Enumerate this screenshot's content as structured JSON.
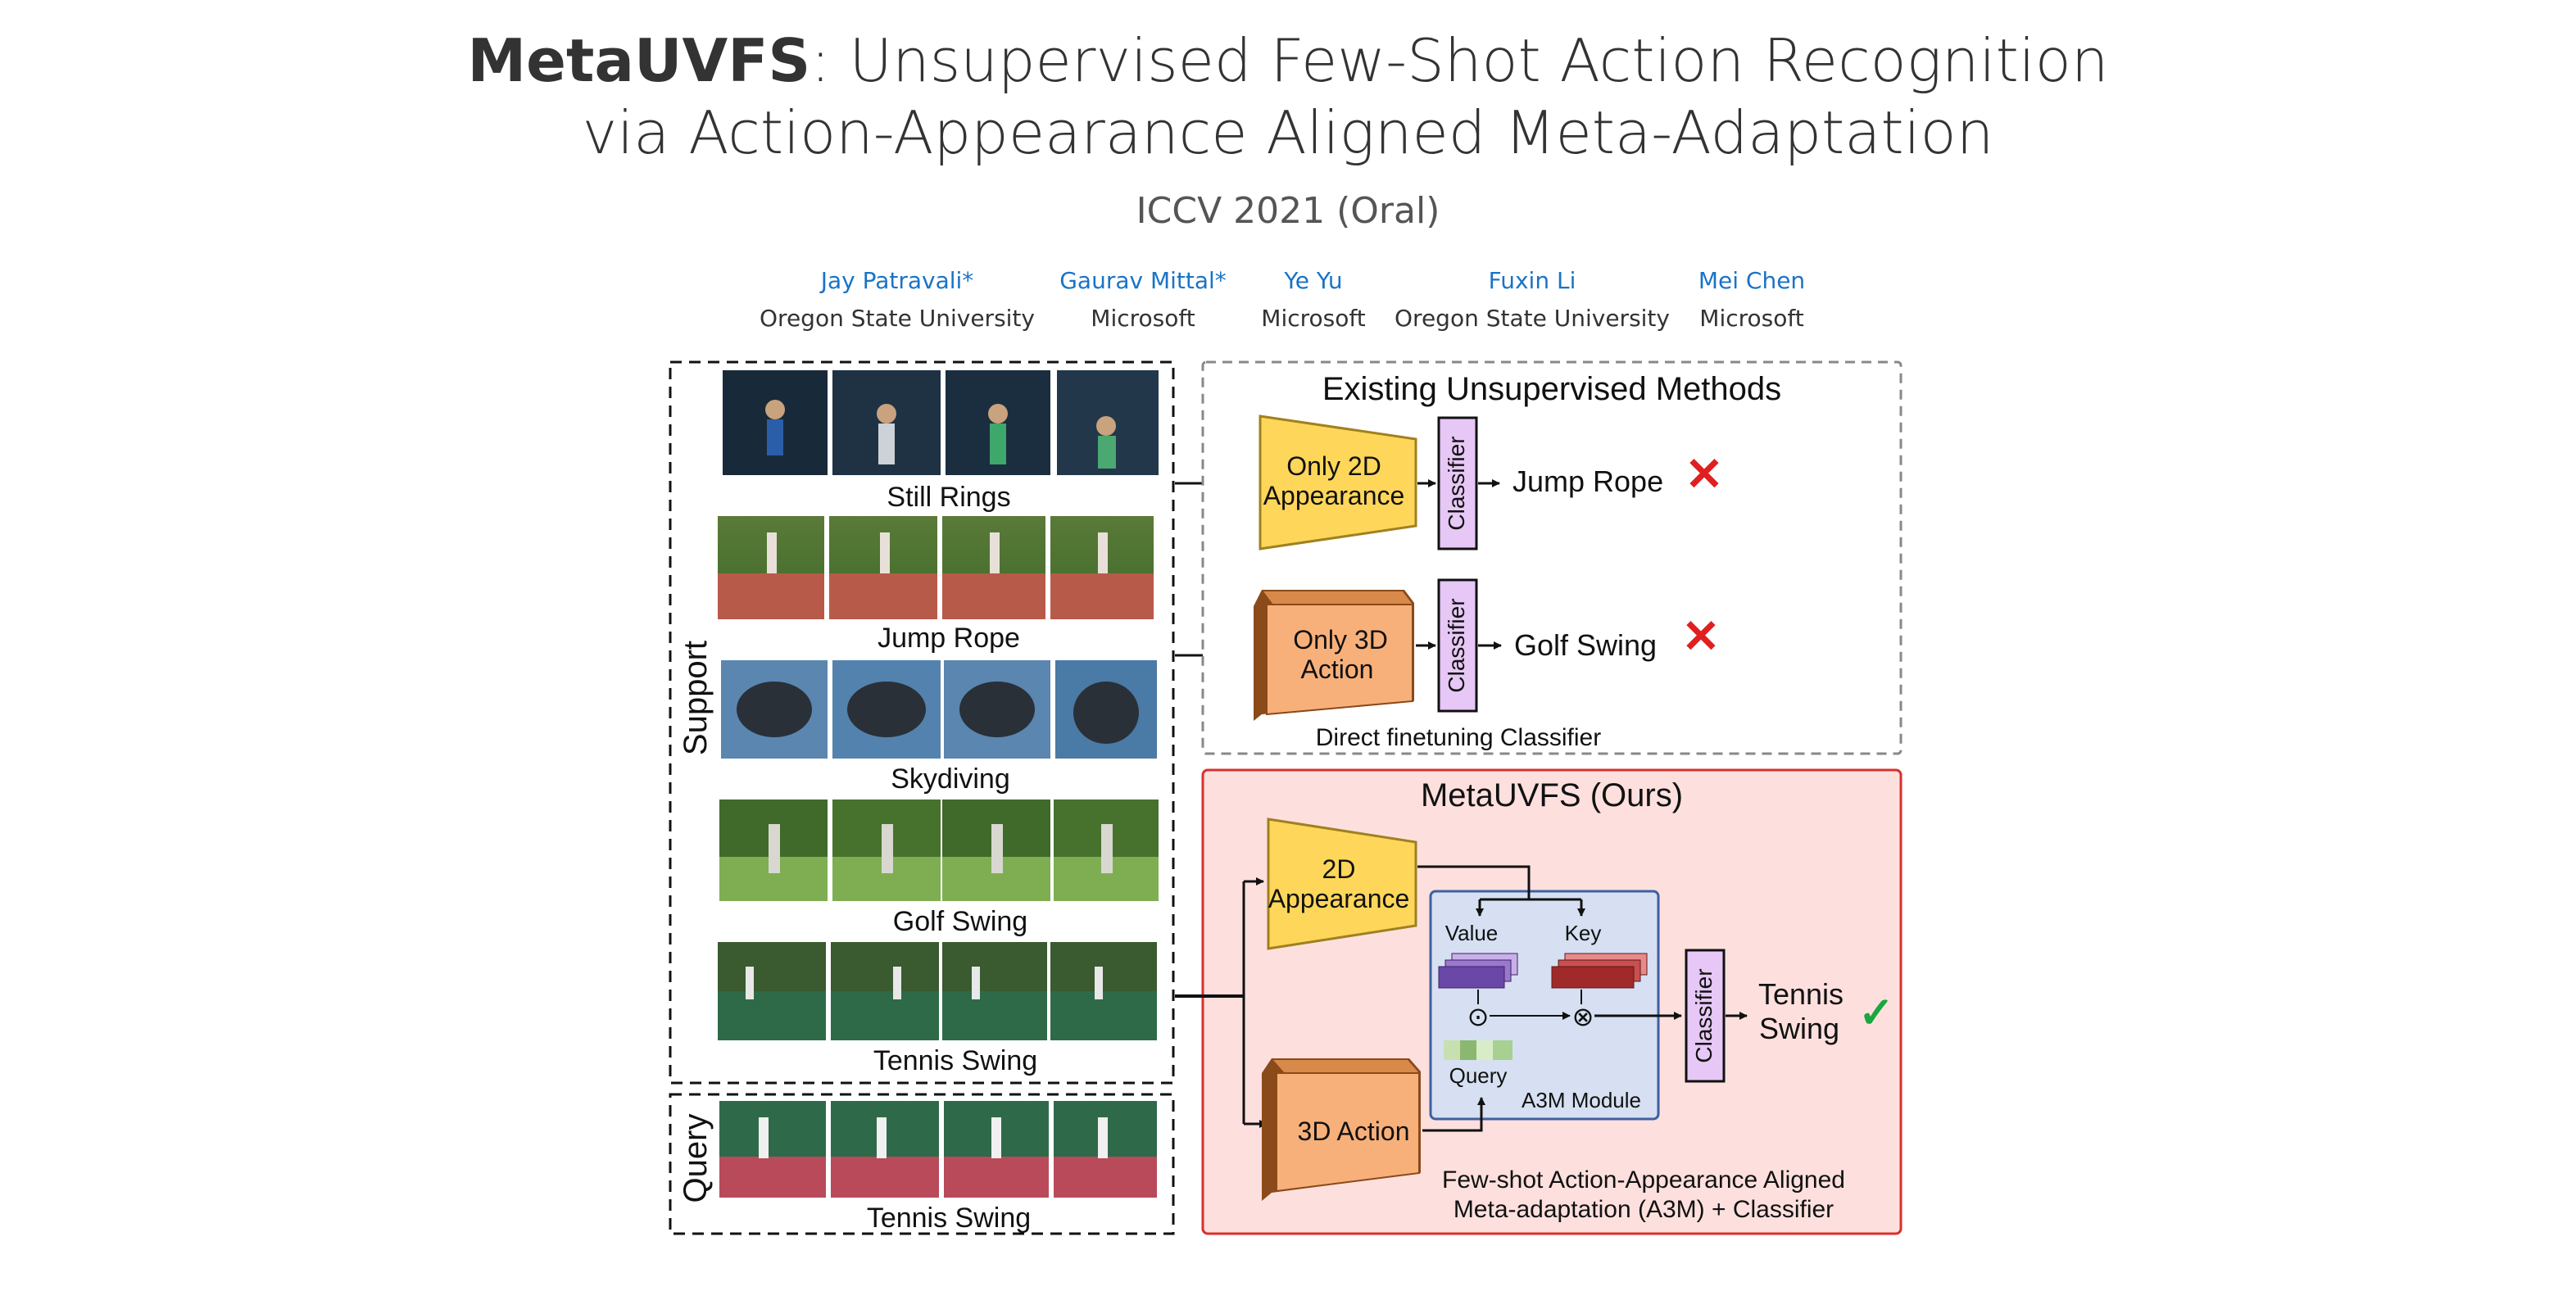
{
  "header": {
    "title_bold": "MetaUVFS",
    "title_rest": ": Unsupervised Few-Shot Action Recognition",
    "title_line2": "via Action-Appearance Aligned Meta-Adaptation",
    "venue": "ICCV 2021 (Oral)"
  },
  "authors": [
    {
      "name": "Jay Patravali*",
      "affiliation": "Oregon State University"
    },
    {
      "name": "Gaurav Mittal*",
      "affiliation": "Microsoft"
    },
    {
      "name": "Ye Yu",
      "affiliation": "Microsoft"
    },
    {
      "name": "Fuxin Li",
      "affiliation": "Oregon State University"
    },
    {
      "name": "Mei Chen",
      "affiliation": "Microsoft"
    }
  ],
  "figure": {
    "support_label": "Support",
    "query_label": "Query",
    "support_classes": [
      "Still Rings",
      "Jump Rope",
      "Skydiving",
      "Golf Swing",
      "Tennis Swing"
    ],
    "query_class": "Tennis Swing",
    "existing": {
      "title": "Existing Unsupervised Methods",
      "box1_line1": "Only 2D",
      "box1_line2": "Appearance",
      "box2_line1": "Only 3D",
      "box2_line2": "Action",
      "classifier": "Classifier",
      "pred1": "Jump Rope",
      "pred2": "Golf Swing",
      "wrong_mark": "✕",
      "caption": "Direct finetuning Classifier"
    },
    "ours": {
      "title": "MetaUVFS (Ours)",
      "box2d_line1": "2D",
      "box2d_line2": "Appearance",
      "box3d": "3D Action",
      "value": "Value",
      "key": "Key",
      "query": "Query",
      "dot_op": "⊙",
      "cross_op": "⊗",
      "module": "A3M Module",
      "classifier": "Classifier",
      "pred_line1": "Tennis",
      "pred_line2": "Swing",
      "check_mark": "✓",
      "caption_line1": "Few-shot Action-Appearance Aligned",
      "caption_line2": "Meta-adaptation (A3M) + Classifier"
    },
    "colors": {
      "link_blue": "#1a73c7",
      "box_2d_yellow": "#fed75a",
      "box_3d_orange": "#f8b07a",
      "classifier_purple": "#e6c7f5",
      "ours_panel_pink": "#fde0de",
      "ours_border_red": "#d9302b",
      "a3m_blue": "#d6e0f2",
      "wrong_red": "#e02020",
      "check_green": "#1aa640"
    }
  }
}
